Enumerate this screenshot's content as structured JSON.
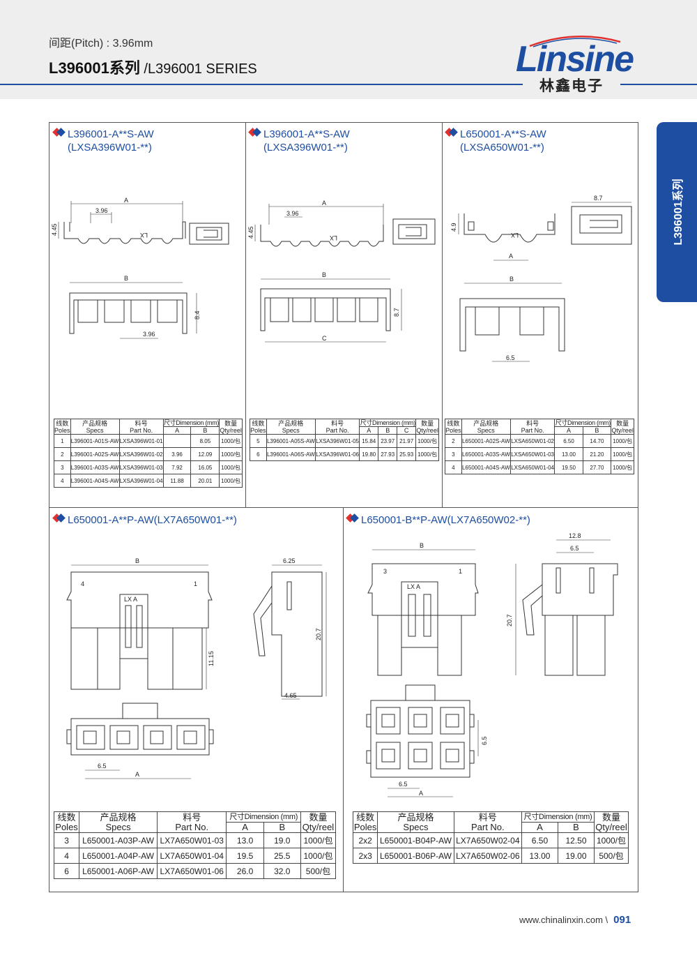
{
  "header": {
    "pitch_label": "间距(Pitch) : 3.96mm",
    "series_code": "L396001系列",
    "series_suffix": " /L396001 SERIES",
    "logo_text": "Linsine",
    "logo_cn": "林鑫电子"
  },
  "side_tab": "L396001系列",
  "colors": {
    "accent": "#1e4ea1",
    "marker_red": "#e0312f"
  },
  "panels": [
    {
      "title": "L396001-A**S-AW",
      "subtitle": "(LXSA396W01-**)",
      "dims": {
        "a": "A",
        "b": "B",
        "pitch": "3.96",
        "h1": "4.45",
        "h2": "8.4",
        "mark": "LX",
        "b_pitch": "3.96"
      },
      "table": {
        "headers": [
          "线数",
          "Poles",
          "产品规格",
          "Specs",
          "料号",
          "Part No.",
          "尺寸Dimension (mm)",
          "A",
          "B",
          "数量",
          "Qty/reel"
        ],
        "rows": [
          [
            "1",
            "L396001-A01S-AW",
            "LXSA396W01-01",
            "",
            "8.05",
            "1000/包"
          ],
          [
            "2",
            "L396001-A02S-AW",
            "LXSA396W01-02",
            "3.96",
            "12.09",
            "1000/包"
          ],
          [
            "3",
            "L396001-A03S-AW",
            "LXSA396W01-03",
            "7.92",
            "16.05",
            "1000/包"
          ],
          [
            "4",
            "L396001-A04S-AW",
            "LXSA396W01-04",
            "11.88",
            "20.01",
            "1000/包"
          ]
        ]
      }
    },
    {
      "title": "L396001-A**S-AW",
      "subtitle": "(LXSA396W01-**)",
      "dims": {
        "a": "A",
        "b": "B",
        "c": "C",
        "pitch": "3.96",
        "h1": "4.45",
        "h2": "8.7",
        "mark": "LX"
      },
      "table": {
        "headers": [
          "线数",
          "Poles",
          "产品规格",
          "Specs",
          "料号",
          "Part No.",
          "尺寸Dimension (mm)",
          "A",
          "B",
          "C",
          "数量",
          "Qty/reel"
        ],
        "rows": [
          [
            "5",
            "L396001-A05S-AW",
            "LXSA396W01-05",
            "15.84",
            "23.97",
            "21.97",
            "1000/包"
          ],
          [
            "6",
            "L396001-A06S-AW",
            "LXSA396W01-06",
            "19.80",
            "27.93",
            "25.93",
            "1000/包"
          ]
        ]
      }
    },
    {
      "title": "L650001-A**S-AW",
      "subtitle": "(LXSA650W01-**)",
      "dims": {
        "a": "A",
        "b": "B",
        "w": "8.7",
        "h1": "4.9",
        "pitch": "6.5",
        "mark": "LX"
      },
      "table": {
        "headers": [
          "线数",
          "Poles",
          "产品规格",
          "Specs",
          "料号",
          "Part No.",
          "尺寸Dimension (mm)",
          "A",
          "B",
          "数量",
          "Qty/reel"
        ],
        "rows": [
          [
            "2",
            "L650001-A02S-AW",
            "LXSA650W01-02",
            "6.50",
            "14.70",
            "1000/包"
          ],
          [
            "3",
            "L650001-A03S-AW",
            "LXSA650W01-03",
            "13.00",
            "21.20",
            "1000/包"
          ],
          [
            "4",
            "L650001-A04S-AW",
            "LXSA650W01-04",
            "19.50",
            "27.70",
            "1000/包"
          ]
        ]
      }
    },
    {
      "title": "L650001-A**P-AW(LX7A650W01-**)",
      "dims": {
        "a": "A",
        "b": "B",
        "side_w": "6.25",
        "side_h": "20.7",
        "h": "11.15",
        "foot": "4.65",
        "pitch": "6.5",
        "pin_left": "4",
        "pin_right": "1",
        "mark": "LX A"
      },
      "table": {
        "headers": [
          "线数",
          "Poles",
          "产品规格",
          "Specs",
          "料号",
          "Part No.",
          "尺寸Dimension (mm)",
          "A",
          "B",
          "数量",
          "Qty/reel"
        ],
        "rows": [
          [
            "3",
            "L650001-A03P-AW",
            "LX7A650W01-03",
            "13.0",
            "19.0",
            "1000/包"
          ],
          [
            "4",
            "L650001-A04P-AW",
            "LX7A650W01-04",
            "19.5",
            "25.5",
            "1000/包"
          ],
          [
            "6",
            "L650001-A06P-AW",
            "LX7A650W01-06",
            "26.0",
            "32.0",
            "500/包"
          ]
        ]
      }
    },
    {
      "title": "L650001-B**P-AW(LX7A650W02-**)",
      "dims": {
        "a": "A",
        "b": "B",
        "w1": "12.8",
        "w2": "6.5",
        "side_h": "20.7",
        "pitch_h": "6.5",
        "pitch_v": "6.5",
        "pin_left": "3",
        "pin_right": "1",
        "mark": "LX A"
      },
      "table": {
        "headers": [
          "线数",
          "Poles",
          "产品规格",
          "Specs",
          "料号",
          "Part No.",
          "尺寸Dimension (mm)",
          "A",
          "B",
          "数量",
          "Qty/reel"
        ],
        "rows": [
          [
            "2x2",
            "L650001-B04P-AW",
            "LX7A650W02-04",
            "6.50",
            "12.50",
            "1000/包"
          ],
          [
            "2x3",
            "L650001-B06P-AW",
            "LX7A650W02-06",
            "13.00",
            "19.00",
            "500/包"
          ]
        ]
      }
    }
  ],
  "footer": {
    "url": "www.chinalinxin.com \\",
    "page": "091"
  }
}
